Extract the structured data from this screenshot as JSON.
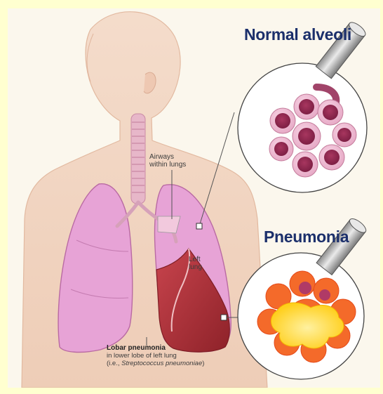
{
  "headings": {
    "normal": "Normal alveoli",
    "pneumonia": "Pneumonia"
  },
  "labels": {
    "airways_line1": "Airways",
    "airways_line2": "within lungs",
    "left_lung_line1": "Left",
    "left_lung_line2": "lung",
    "lobar_title": "Lobar pneumonia",
    "lobar_line2": "in lower lobe of left lung",
    "lobar_line3_prefix": "(i.e., ",
    "lobar_line3_species": "Streptococcus pneumoniae",
    "lobar_line3_suffix": ")"
  },
  "colors": {
    "page_background": "#ffffd0",
    "figure_background": "#fbf7ed",
    "skin": "#f1d4c0",
    "lung_pink": "#e7a3d6",
    "lung_infected": "#b1313a",
    "heading_text": "#1b2f6b",
    "alveoli_purple": "#b94b79",
    "inflammation_orange": "#f46a2a",
    "pus_yellow": "#ffd42a"
  }
}
